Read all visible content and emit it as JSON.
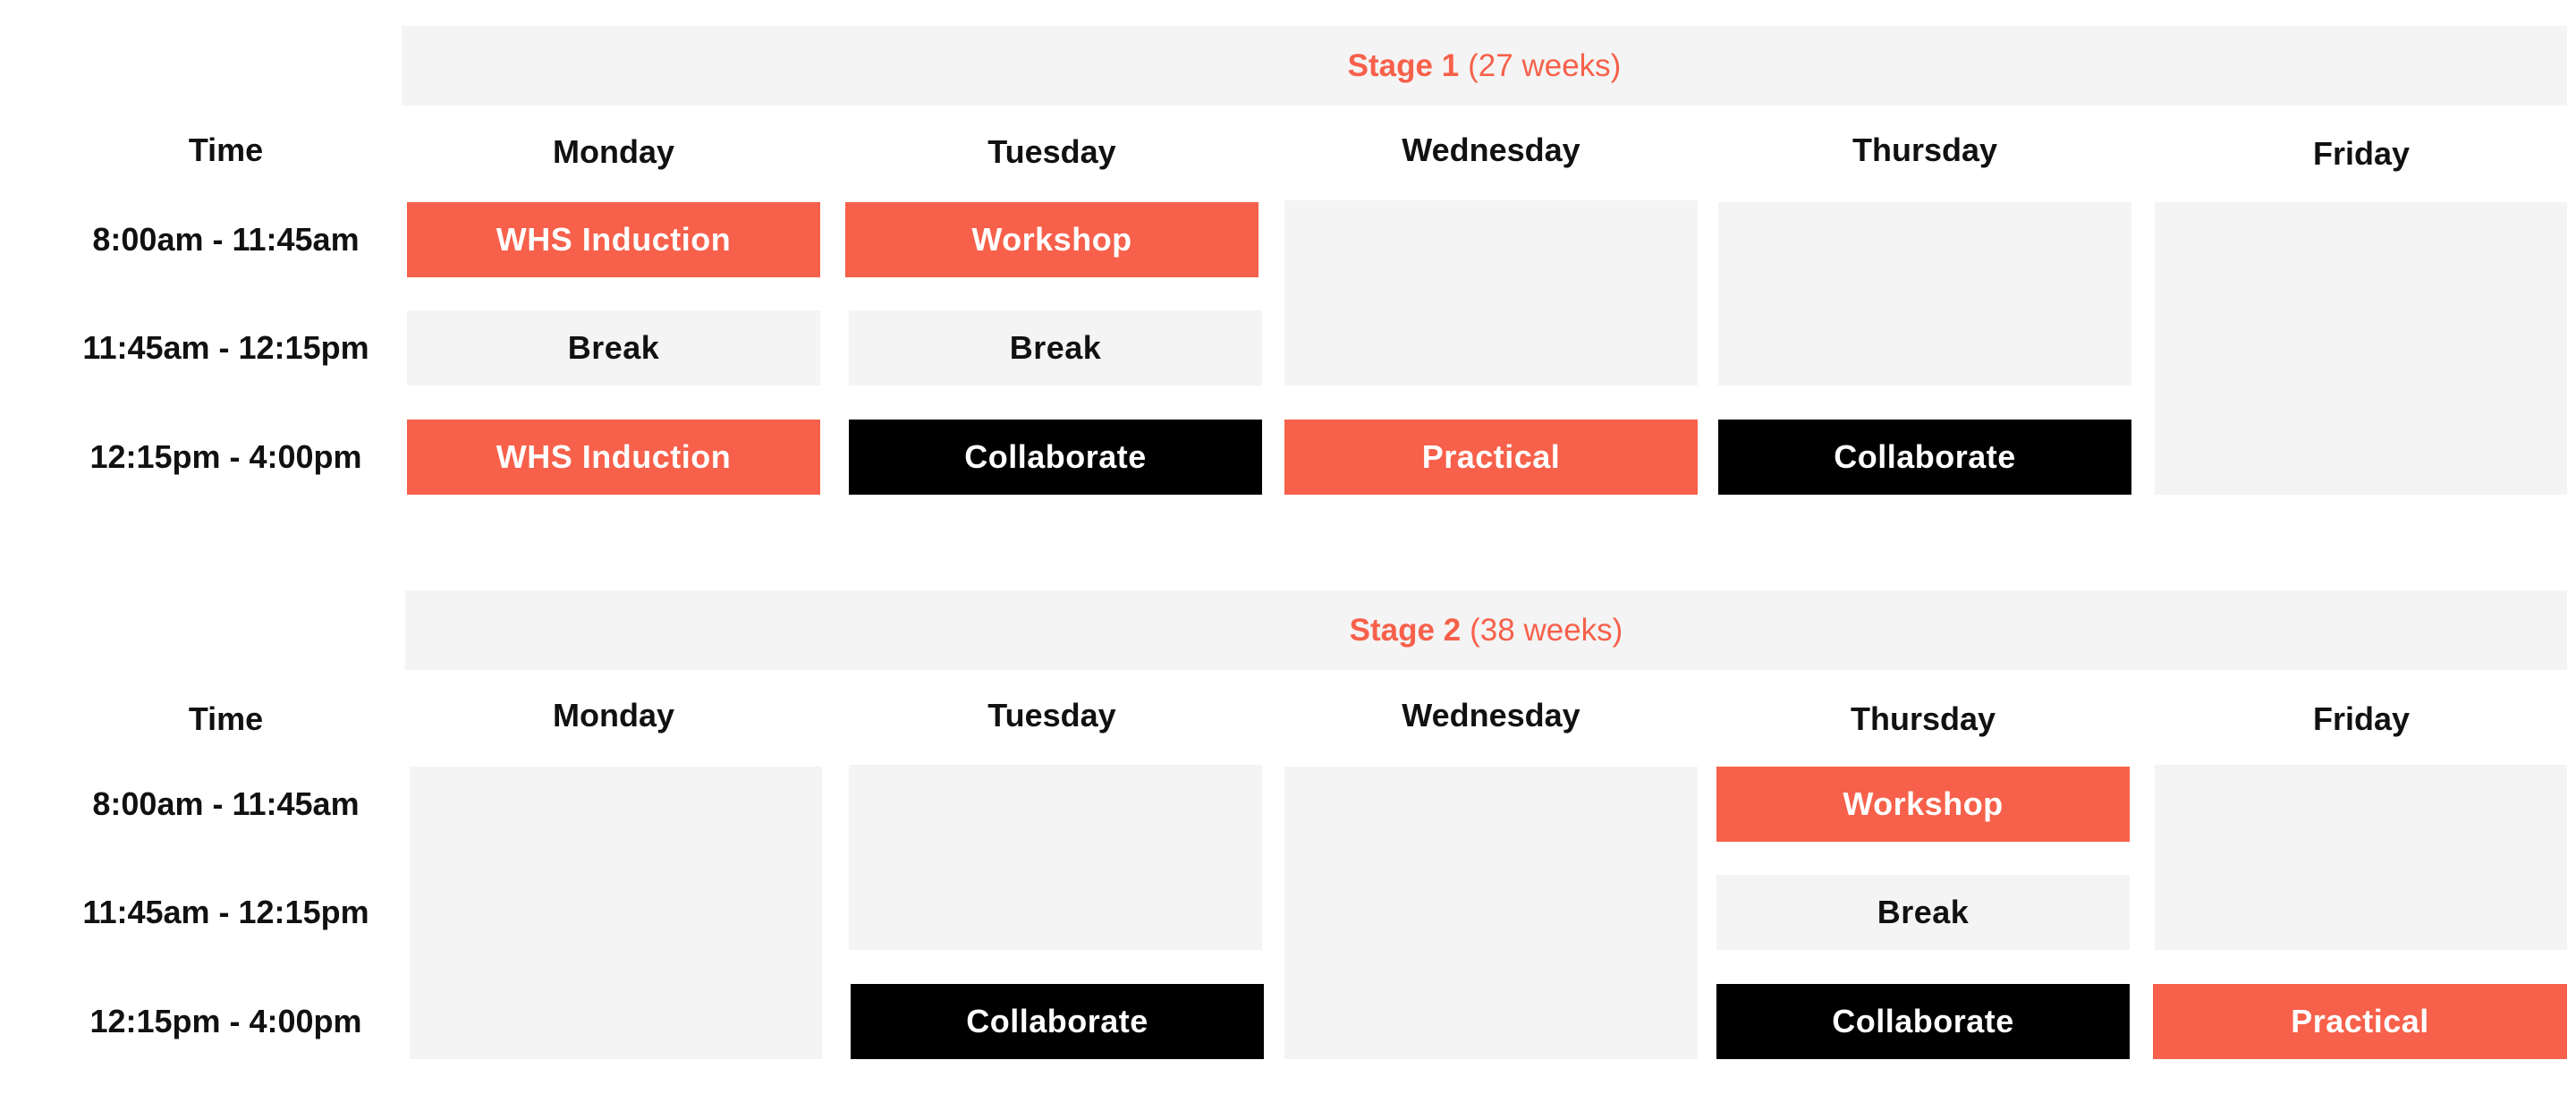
{
  "colors": {
    "accent": "#f7604a",
    "dark": "#000000",
    "light": "#f4f4f4"
  },
  "stage1": {
    "name": "Stage 1",
    "weeks": "(27 weeks)",
    "time_header": "Time",
    "days": [
      "Monday",
      "Tuesday",
      "Wednesday",
      "Thursday",
      "Friday"
    ],
    "times": [
      "8:00am - 11:45am",
      "11:45am - 12:15pm",
      "12:15pm - 4:00pm"
    ],
    "monday": [
      "WHS Induction",
      "Break",
      "WHS Induction"
    ],
    "tuesday": [
      "Workshop",
      "Break",
      "Collaborate"
    ],
    "wednesday": [
      "Practical"
    ],
    "thursday": [
      "Collaborate"
    ]
  },
  "stage2": {
    "name": "Stage 2",
    "weeks": "(38 weeks)",
    "time_header": "Time",
    "days": [
      "Monday",
      "Tuesday",
      "Wednesday",
      "Thursday",
      "Friday"
    ],
    "times": [
      "8:00am - 11:45am",
      "11:45am - 12:15pm",
      "12:15pm - 4:00pm"
    ],
    "tuesday": [
      "Collaborate"
    ],
    "thursday": [
      "Workshop",
      "Break",
      "Collaborate"
    ],
    "friday": [
      "Practical"
    ]
  }
}
